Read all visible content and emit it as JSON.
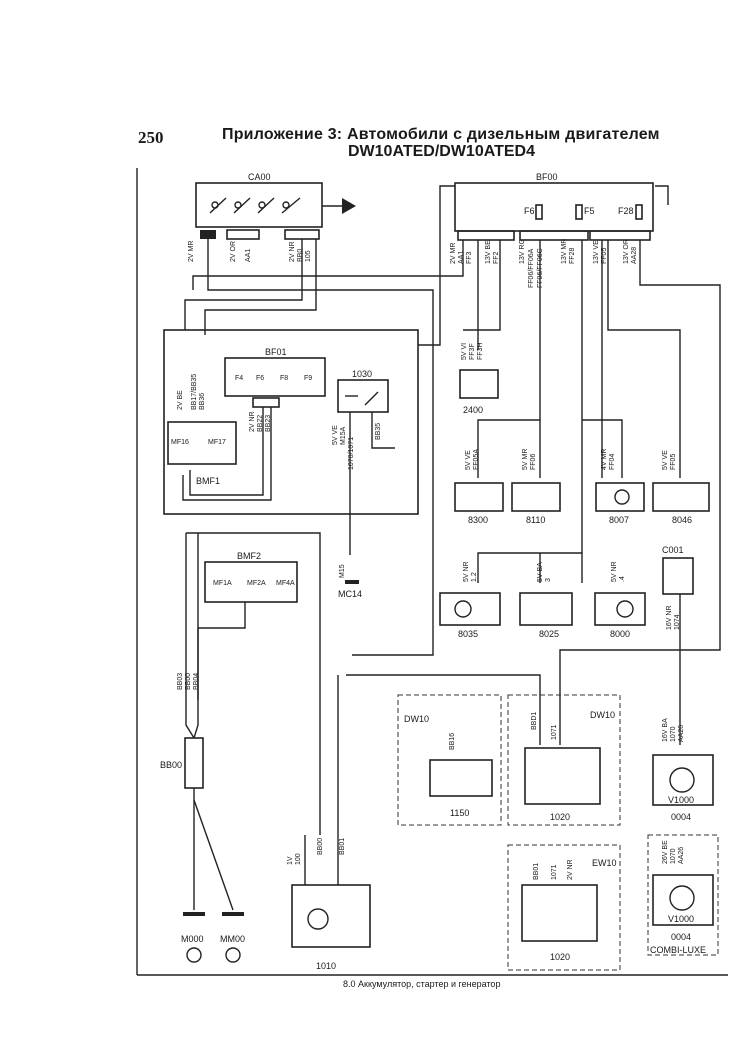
{
  "page": {
    "number": "250",
    "title_line1": "Приложение 3: Автомобили с дизельным двигателем",
    "title_line2": "DW10ATED/DW10ATED4",
    "footer": "8.0 Аккумулятор, стартер и генератор"
  },
  "diagram": {
    "components": [
      {
        "id": "CA00"
      },
      {
        "id": "BF00"
      },
      {
        "id": "BF01"
      },
      {
        "id": "BMF1"
      },
      {
        "id": "BMF2"
      },
      {
        "id": "1030"
      },
      {
        "id": "2400"
      },
      {
        "id": "8300"
      },
      {
        "id": "8110"
      },
      {
        "id": "8007"
      },
      {
        "id": "8046"
      },
      {
        "id": "8035"
      },
      {
        "id": "8025"
      },
      {
        "id": "8000"
      },
      {
        "id": "C001"
      },
      {
        "id": "BB00"
      },
      {
        "id": "1150"
      },
      {
        "id": "1020"
      },
      {
        "id": "1020"
      },
      {
        "id": "1010"
      },
      {
        "id": "V1000"
      },
      {
        "id": "V1000"
      },
      {
        "id": "M000"
      },
      {
        "id": "MM00"
      },
      {
        "id": "MC14"
      },
      {
        "id": "0004"
      },
      {
        "id": "0004"
      }
    ],
    "fuses": [
      "F6",
      "F5",
      "F28",
      "F4",
      "F6",
      "F8",
      "F9",
      "MF16",
      "MF17",
      "MF1A",
      "MF2A",
      "MF4A"
    ],
    "zone_labels": [
      "DW10",
      "DW10",
      "EW10",
      "COMBI-LUXE"
    ],
    "wire_labels": {
      "ca00": [
        "2V MR",
        "2V OR",
        "AA1",
        "2V NR",
        "BB0",
        "105"
      ],
      "bf00": [
        "2V MR",
        "AA1",
        "FF3",
        "13V BE",
        "FF2",
        "13V RG",
        "FF06/FF06A",
        "FF06/FF06C",
        "13V MR",
        "FF28",
        "13V VE",
        "FF05",
        "13V OR",
        "AA28"
      ],
      "r2400": [
        "5V VI",
        "FF3F",
        "FF3H"
      ],
      "r8300": [
        "5V VE",
        "FF05A"
      ],
      "r8110": [
        "5V MR",
        "FF06"
      ],
      "r8007": [
        "4V MR",
        "FF04"
      ],
      "r8046": [
        "5V VE",
        "FF05"
      ],
      "r8035": [
        "5V NR",
        "1.2"
      ],
      "r8025": [
        "5V BA",
        "3"
      ],
      "r8000": [
        "5V NR",
        ".4"
      ],
      "bmf1": [
        "2V BE",
        "BB17/BB35",
        "BB36",
        "2V NR",
        "BB22",
        "BB23"
      ],
      "r1030": [
        "5V VE",
        "M15A",
        "1070/1071",
        "BB35"
      ],
      "mc14": [
        "M15"
      ],
      "bb00": [
        "BB03",
        "BB00",
        "BB04"
      ],
      "r1150": [
        "BB16"
      ],
      "r1020": [
        "BBD1",
        "1071"
      ],
      "r1020b": [
        "BB01",
        "1071",
        "2V NR"
      ],
      "r1010": [
        "1V",
        "100",
        "BB00",
        "BB01"
      ],
      "rc001": [
        "16V NR",
        "1074"
      ],
      "rv1000": [
        "16V BA",
        "1070",
        "AA26"
      ],
      "rv1000b": [
        "26V BE",
        "1070",
        "AA26"
      ]
    }
  }
}
